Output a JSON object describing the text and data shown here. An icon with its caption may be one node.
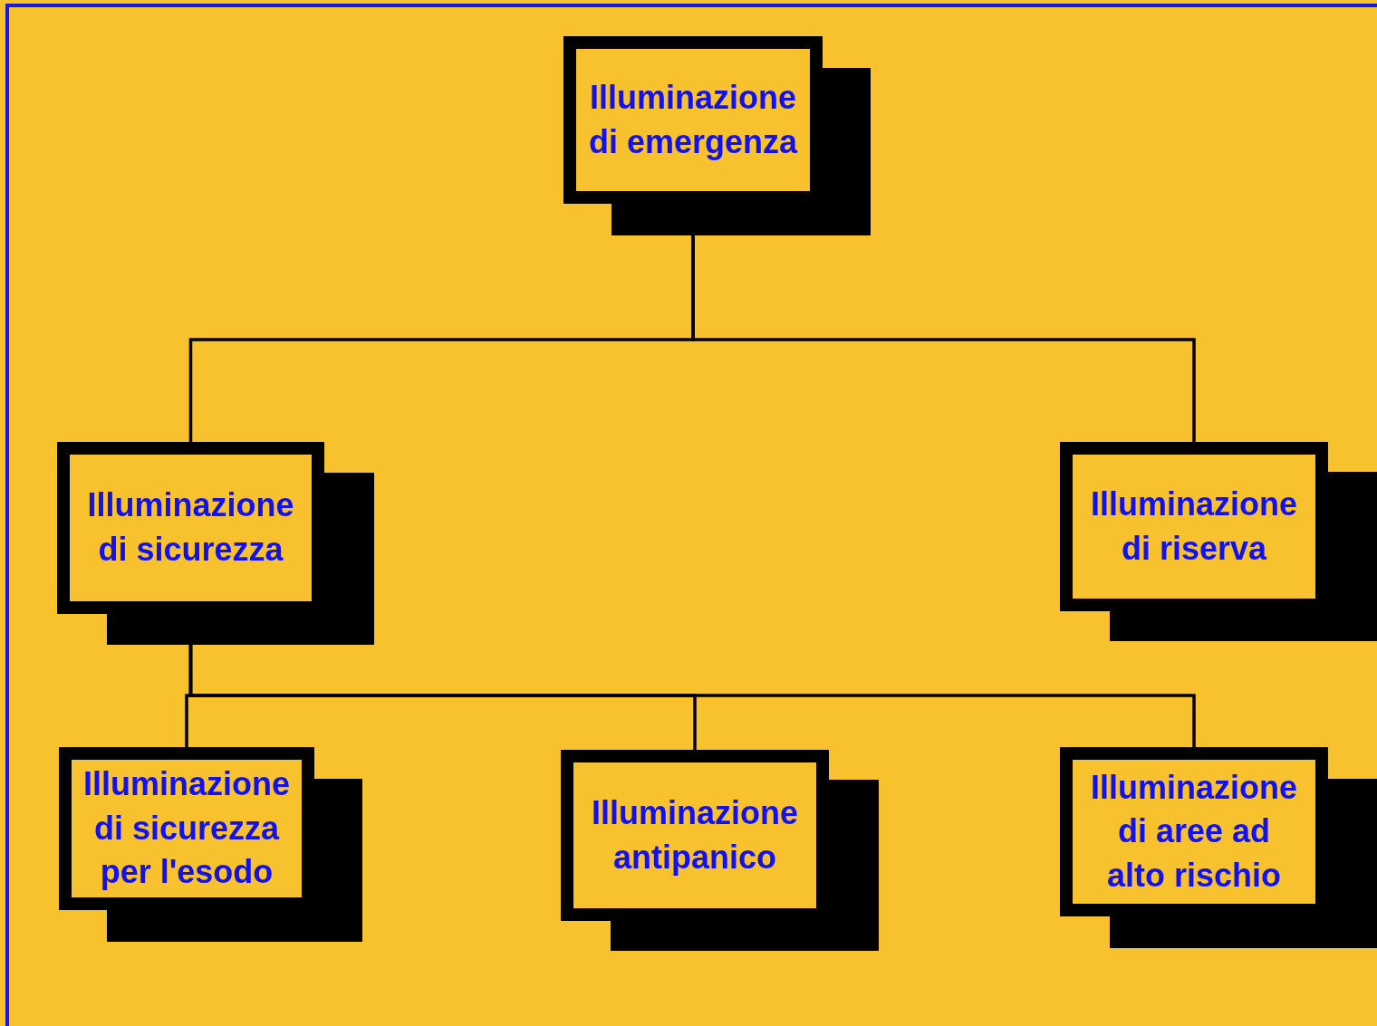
{
  "diagram": {
    "nodes": [
      {
        "text": [
          "Illuminazione di emergenza"
        ]
      },
      {
        "text": [
          "Illuminazione di sicurezza"
        ]
      },
      {
        "text": [
          "Illuminazione di riserva"
        ]
      },
      {
        "text": [
          "Illuminazione di sicurezza per l'esodo"
        ]
      },
      {
        "text": [
          "Illuminazione antipanico"
        ]
      },
      {
        "text": [
          "Illuminazione di aree ad alto rischio"
        ]
      }
    ],
    "edges": [
      {
        "from": 0,
        "to": 1,
        "arrow": "none"
      },
      {
        "from": 0,
        "to": 2,
        "arrow": "none"
      },
      {
        "from": 1,
        "to": 3,
        "arrow": "none"
      },
      {
        "from": 1,
        "to": 4,
        "arrow": "none"
      },
      {
        "from": 1,
        "to": 5,
        "arrow": "none"
      }
    ]
  }
}
